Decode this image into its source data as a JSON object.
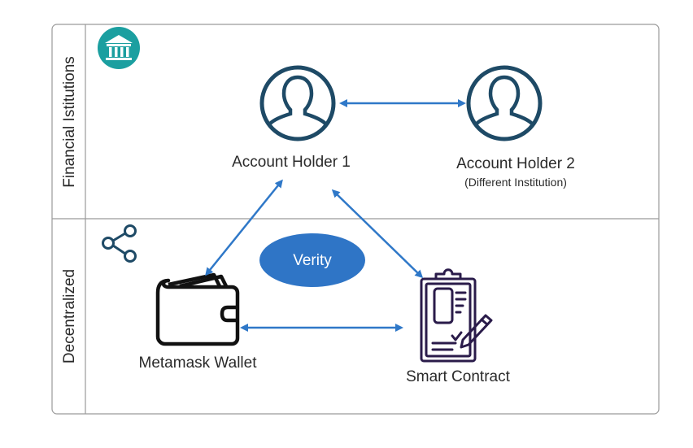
{
  "lanes": {
    "top": {
      "title": "Financial Istitutions",
      "icon": "bank-icon"
    },
    "bottom": {
      "title": "Decentralized",
      "icon": "share-icon"
    }
  },
  "nodes": {
    "account_holder_1": {
      "label": "Account Holder 1",
      "icon": "user-icon"
    },
    "account_holder_2": {
      "label": "Account Holder 2",
      "sublabel": "(Different Institution)",
      "icon": "user-icon"
    },
    "metamask_wallet": {
      "label": "Metamask Wallet",
      "icon": "wallet-icon"
    },
    "smart_contract": {
      "label": "Smart Contract",
      "icon": "contract-clipboard-icon"
    },
    "verity": {
      "label": "Verity"
    }
  },
  "colors": {
    "arrow": "#2f78c8",
    "verity_fill": "#2f75c6",
    "user_icon": "#1e4a66",
    "bank_badge": "#1b9fa0",
    "contract_icon": "#2a1b4a",
    "frame": "#9a9a9a"
  }
}
